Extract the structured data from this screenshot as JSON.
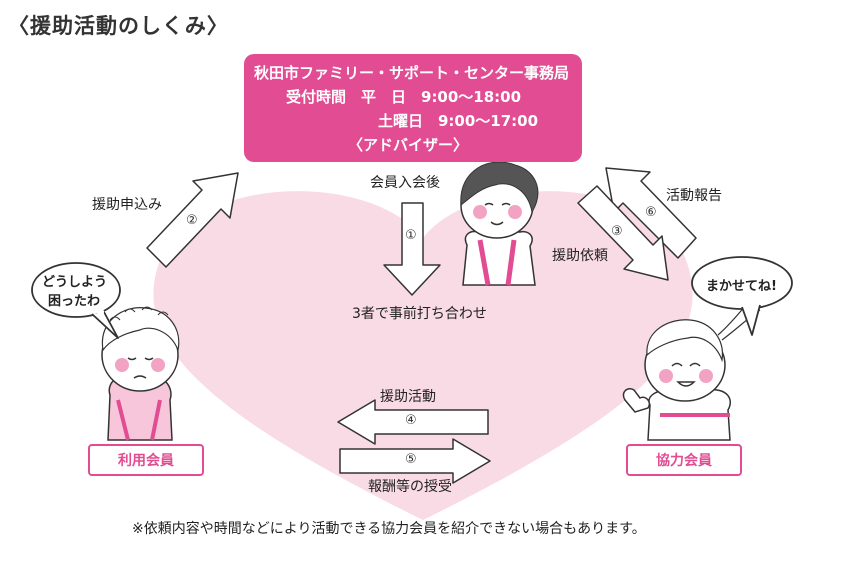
{
  "title": "〈援助活動のしくみ〉",
  "center": {
    "line1": "秋田市ファミリー・サポート・センター事務局",
    "line2": "受付時間　平　日　9:00〜18:00",
    "line3": "土曜日　9:00〜17:00",
    "line4": "〈アドバイザー〉"
  },
  "labels": {
    "application": "援助申込み",
    "after_join": "会員入会後",
    "activity_report": "活動報告",
    "request": "援助依頼",
    "meeting": "3者で事前打ち合わせ",
    "activity": "援助活動",
    "payment": "報酬等の授受"
  },
  "steps": [
    "①",
    "②",
    "③",
    "④",
    "⑤",
    "⑥"
  ],
  "bubbles": {
    "user_line1": "どうしよう",
    "user_line2": "困ったわ",
    "helper": "まかせてね!"
  },
  "buttons": {
    "user_member": "利用会員",
    "helper_member": "協力会員"
  },
  "footnote": "※依頼内容や時間などにより活動できる協力会員を紹介できない場合もあります。",
  "colors": {
    "accent": "#e24c93",
    "heart": "#f9dbe6"
  }
}
